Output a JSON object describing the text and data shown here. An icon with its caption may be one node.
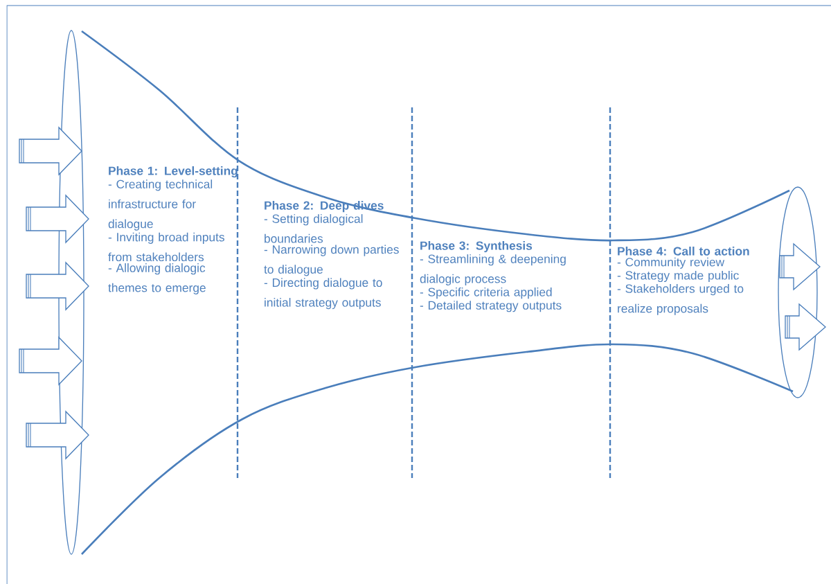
{
  "diagram": {
    "labels": [
      "Phase 1: Level-setting",
      "- Creating technical infrastructure for dialogue",
      "- Inviting broad inputs from stakeholders",
      "- Allowing dialogic themes to emerge",
      "Phase 2: Deep dives",
      "- Setting dialogical boundaries",
      "- Narrowing down parties to dialogue",
      "- Directing dialogue to initial strategy outputs",
      "Phase 3: Synthesis",
      "- Streamlining & deepening dialogic process",
      "- Specific criteria applied",
      "- Detailed strategy outputs",
      "Phase 4: Call to action",
      "- Community review",
      "- Strategy made public",
      "- Stakeholders urged to realize proposals"
    ]
  }
}
